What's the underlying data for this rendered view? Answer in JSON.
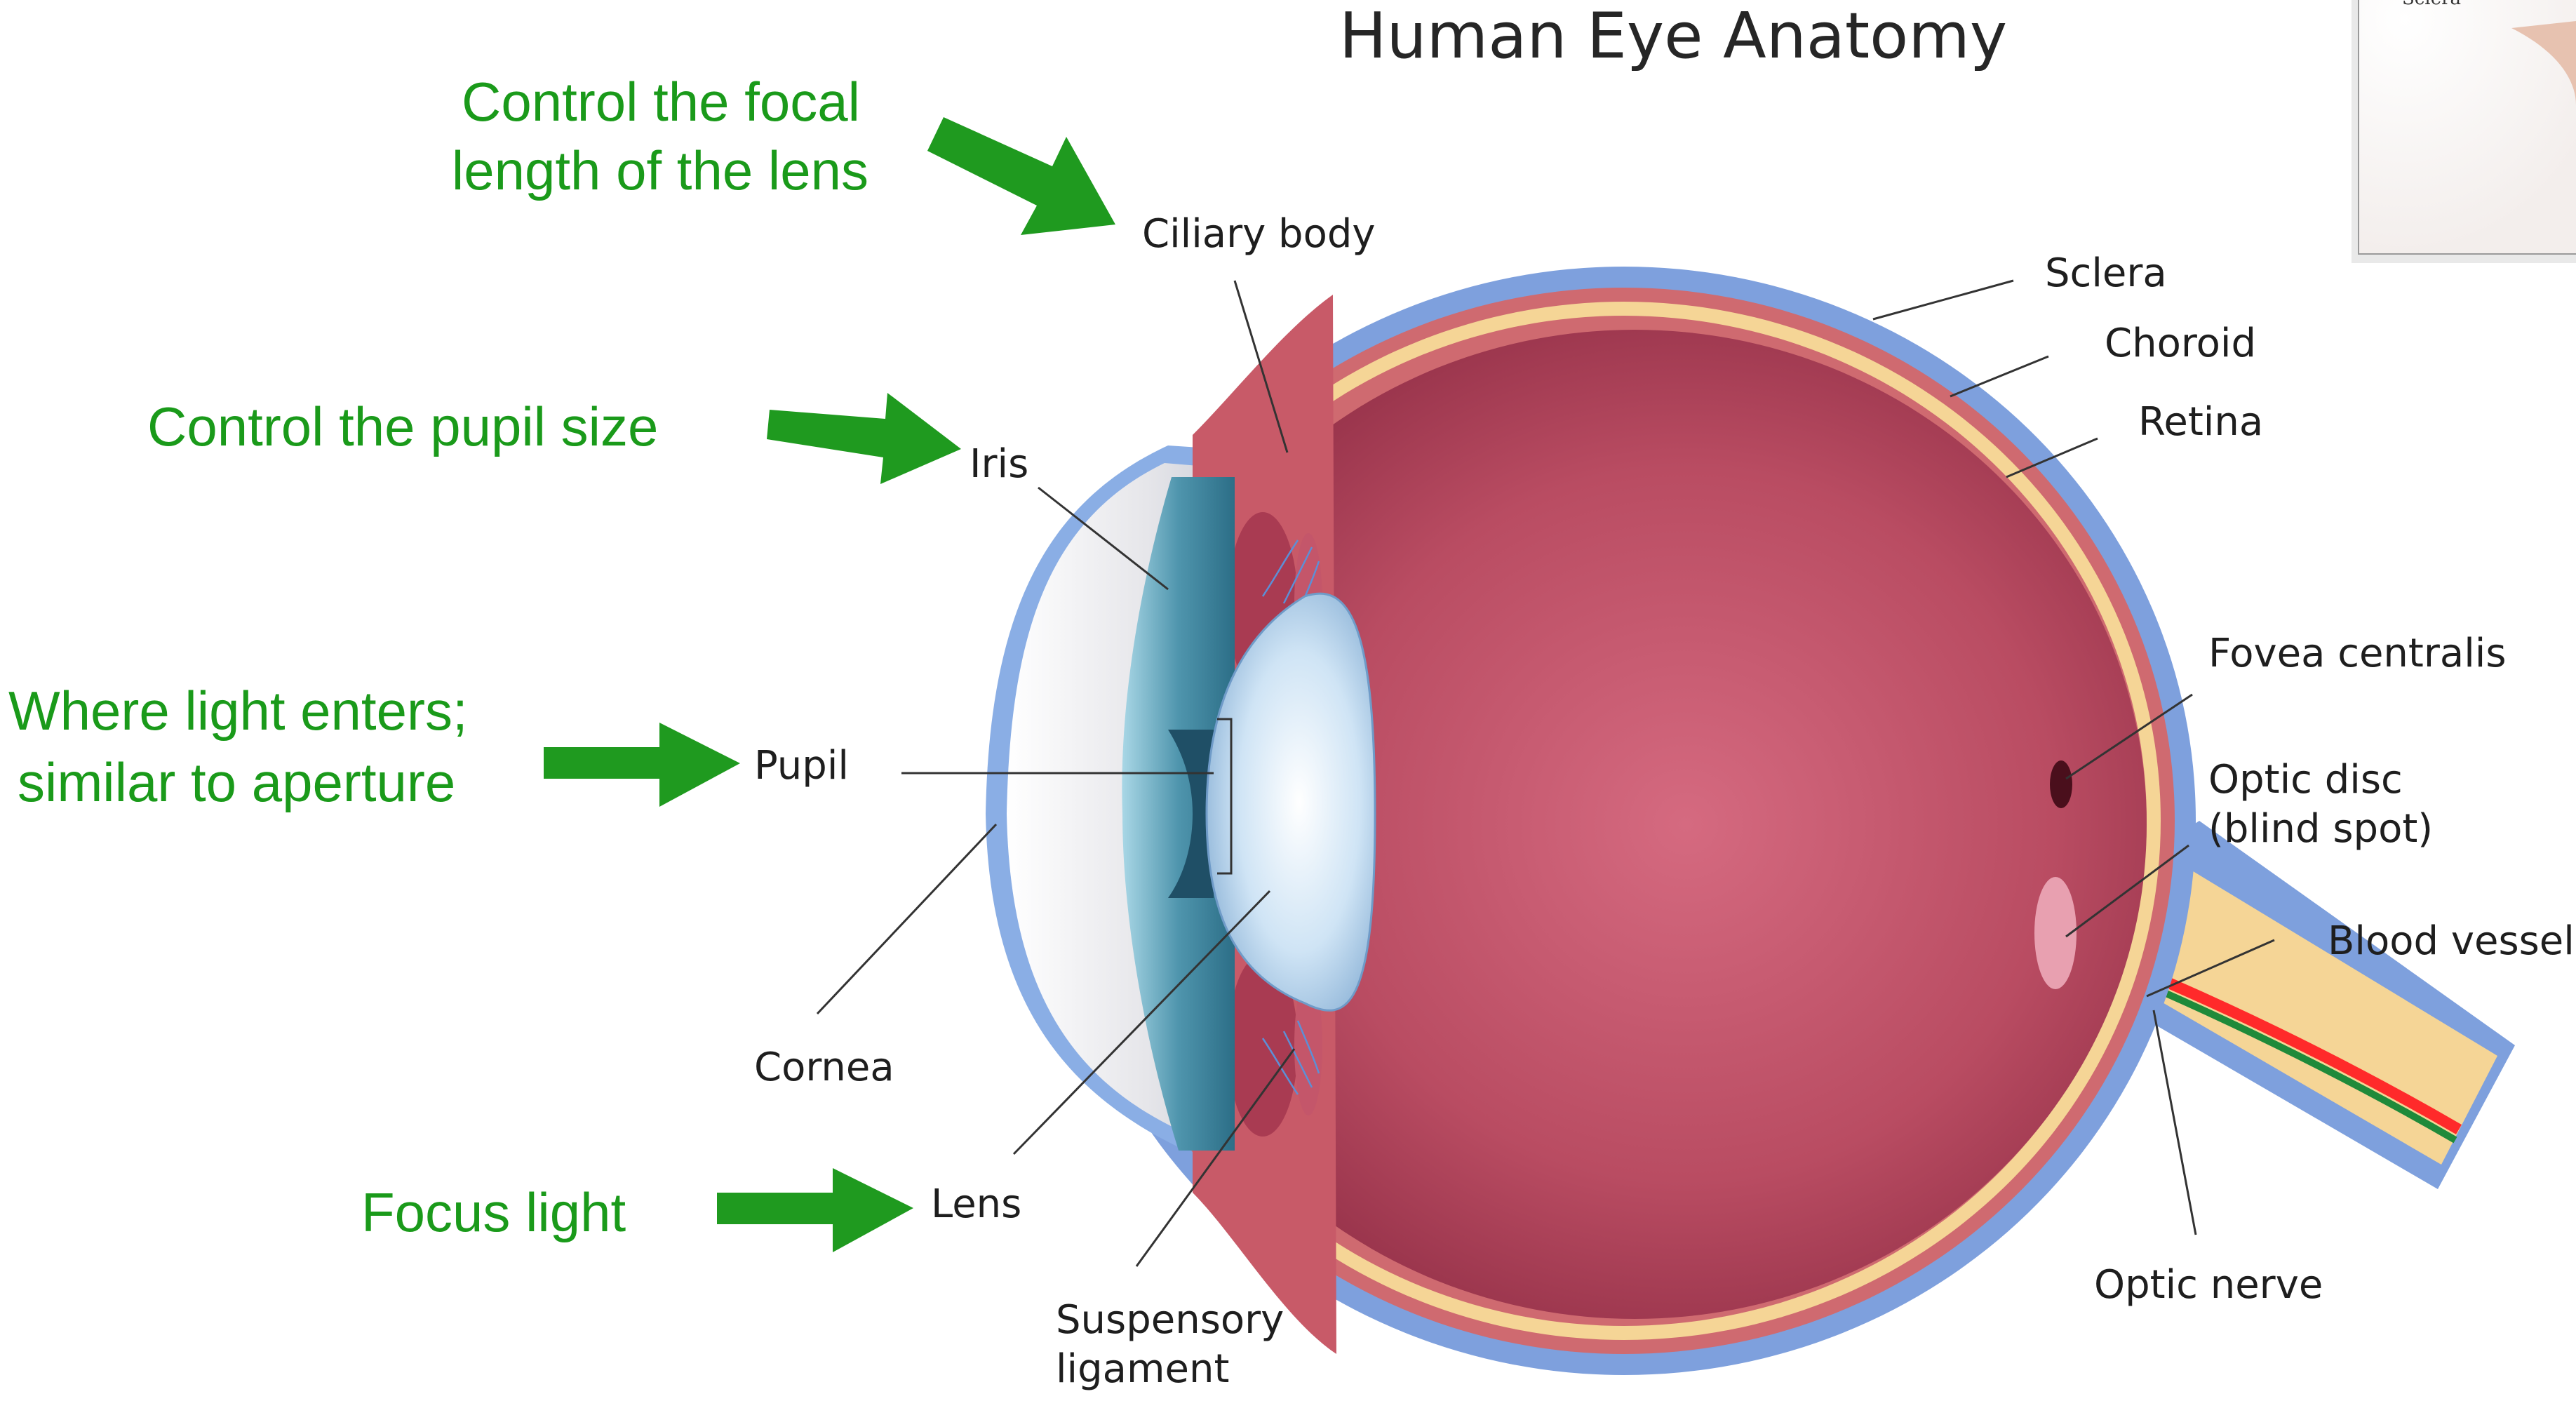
{
  "title": "Human Eye Anatomy",
  "inset": {
    "label": "Sclera"
  },
  "labels": {
    "ciliary_body": "Ciliary body",
    "sclera": "Sclera",
    "choroid": "Choroid",
    "retina": "Retina",
    "iris": "Iris",
    "pupil": "Pupil",
    "cornea": "Cornea",
    "lens": "Lens",
    "suspensory_1": "Suspensory",
    "suspensory_2": "ligament",
    "fovea": "Fovea centralis",
    "optic_disc_1": "Optic disc",
    "optic_disc_2": "(blind spot)",
    "blood_vessels": "Blood vessels",
    "optic_nerve": "Optic nerve"
  },
  "annotations": {
    "focal_1": "Control the focal",
    "focal_2": "length of the lens",
    "pupil_size": "Control the pupil size",
    "light_1": "Where light enters;",
    "light_2": "similar to aperture",
    "focus": "Focus light"
  },
  "colors": {
    "annotation": "#1a9a1a",
    "arrow": "#1f9a1f",
    "sclera": "#7ea0dd",
    "choroid": "#cf6a70",
    "retina": "#f5d596",
    "vitreous": "#b24a5d"
  }
}
